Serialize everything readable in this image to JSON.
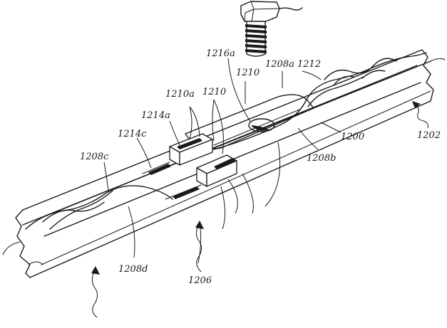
{
  "figure": {
    "line_color": "#1a1a1a",
    "background": "#ffffff",
    "reference_labels": {
      "r1216a": "1216a",
      "r1210": "1210",
      "r1208a": "1208a",
      "r1212": "1212",
      "r1210a": "1210a",
      "r1210b": "1210",
      "r1214a": "1214a",
      "r1214c": "1214c",
      "r1208c": "1208c",
      "r1200": "1200",
      "r1202": "1202",
      "r1208b": "1208b",
      "r1208d": "1208d",
      "r1206": "1206"
    }
  }
}
